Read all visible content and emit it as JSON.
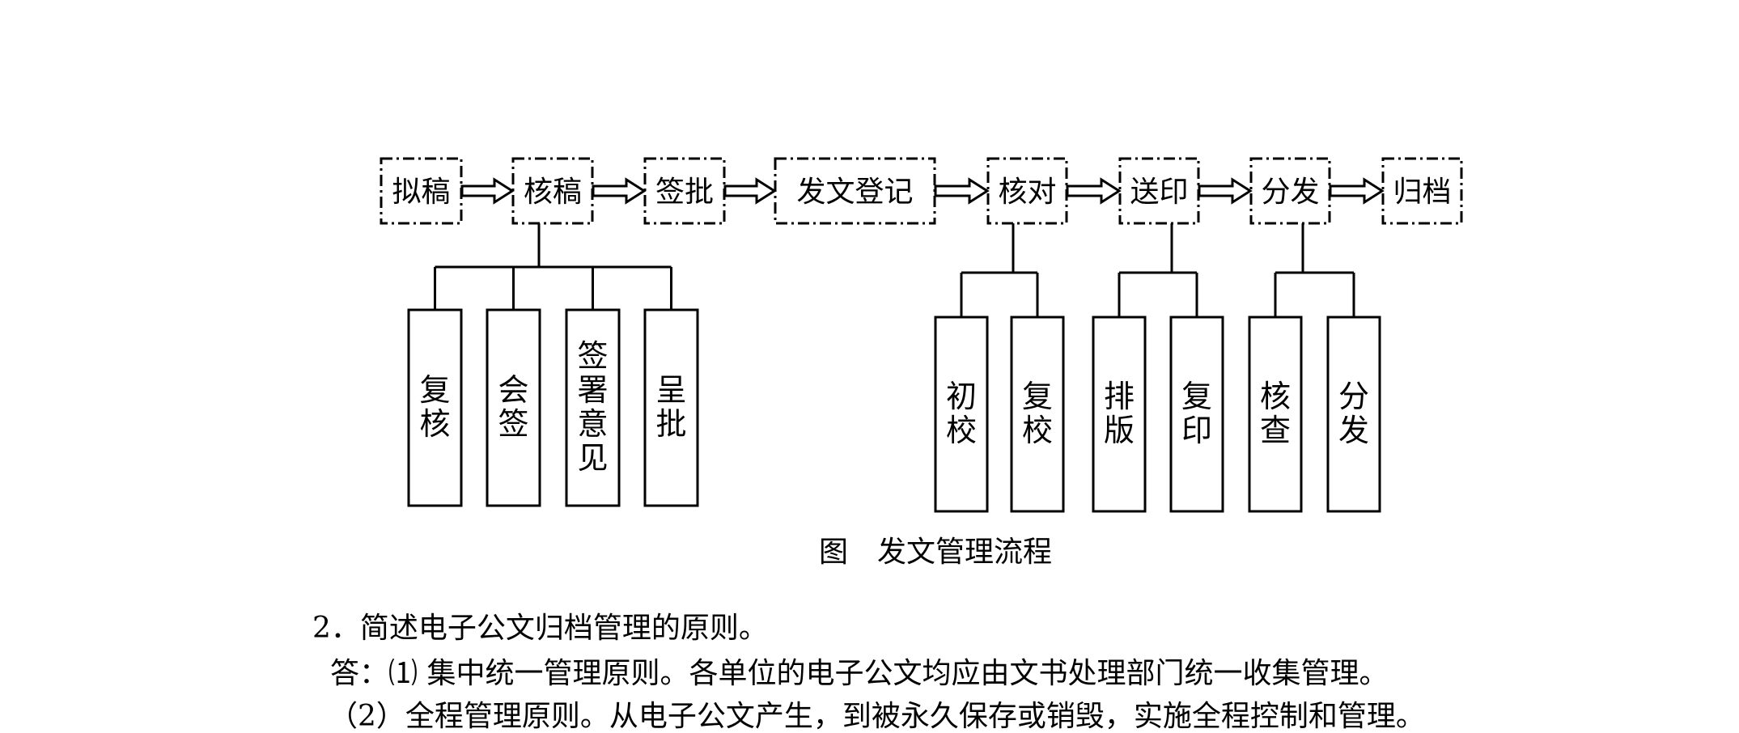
{
  "flow": {
    "stages": [
      "拟稿",
      "核稿",
      "签批",
      "发文登记",
      "核对",
      "送印",
      "分发",
      "归档"
    ],
    "substeps": {
      "核稿": [
        "复核",
        "会签",
        "签署意见",
        "呈批"
      ],
      "核对": [
        "初校",
        "复校"
      ],
      "送印": [
        "排版",
        "复印"
      ],
      "分发": [
        "核查",
        "分发"
      ]
    }
  },
  "caption": "图　发文管理流程",
  "question": "2．简述电子公文归档管理的原则。",
  "answers": [
    "答：⑴ 集中统一管理原则。各单位的电子公文均应由文书处理部门统一收集管理。",
    "（2）全程管理原则。从电子公文产生，到被永久保存或销毁，实施全程控制和管理。"
  ]
}
